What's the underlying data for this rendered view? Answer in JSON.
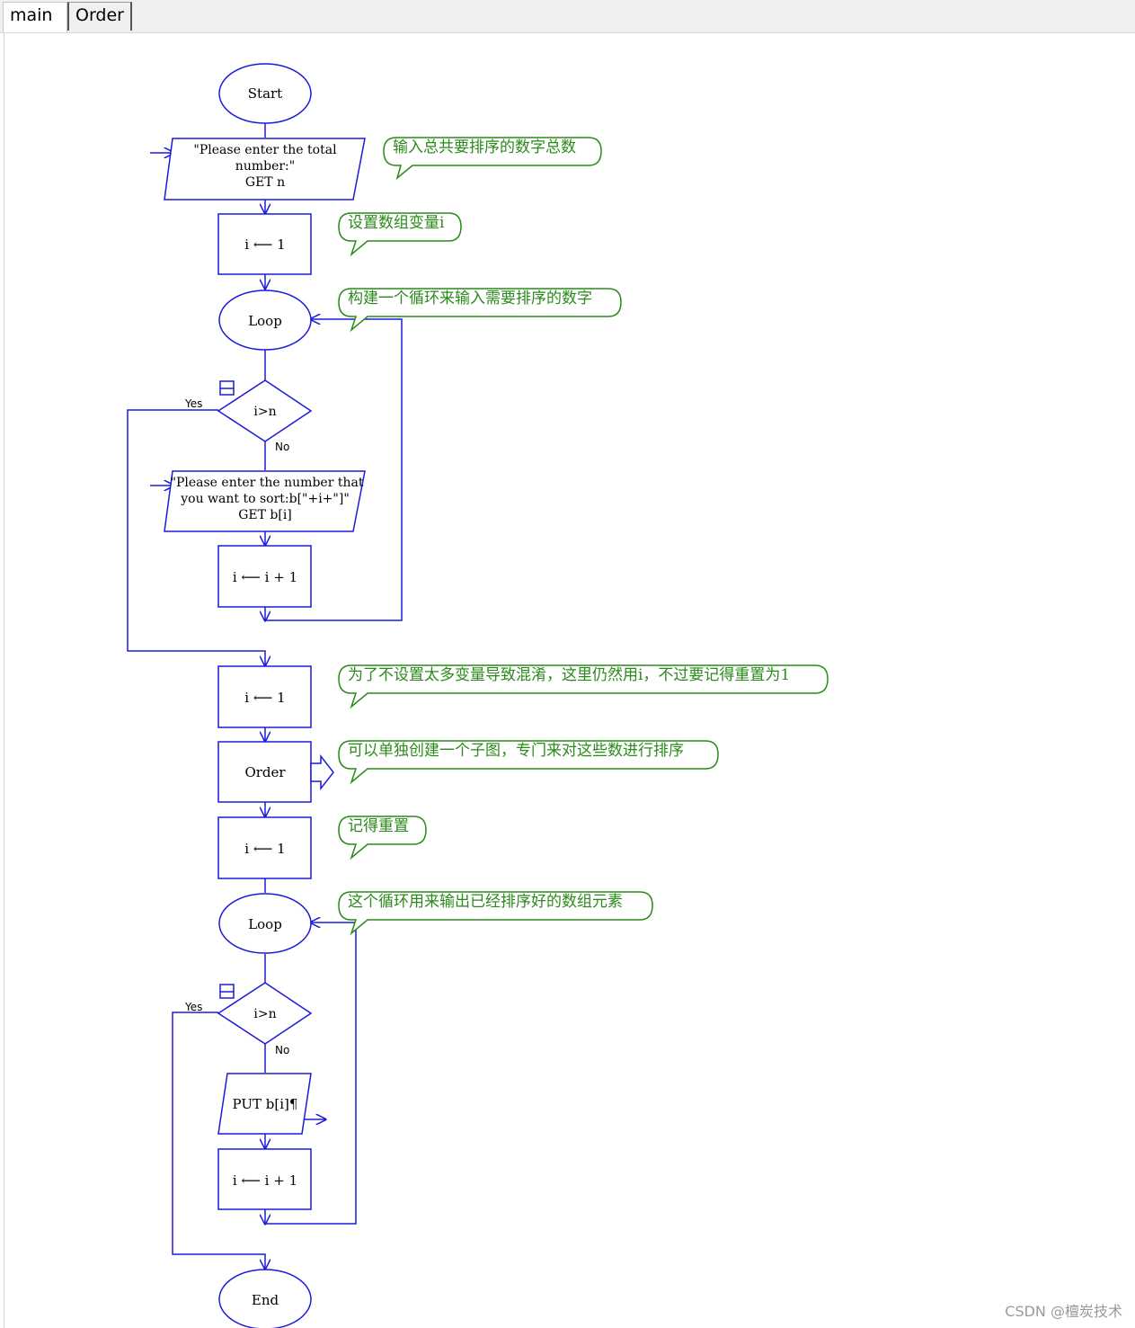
{
  "tabs": [
    {
      "label": "main",
      "active": true
    },
    {
      "label": "Order",
      "active": false
    }
  ],
  "flowchart": {
    "start": "Start",
    "input1": [
      "\"Please enter the total",
      "number:\"",
      "GET n"
    ],
    "assign1": "i ⟵ 1",
    "loop1": "Loop",
    "cond1": "i>n",
    "yes1": "Yes",
    "no1": "No",
    "input2": [
      "\"Please enter the number that",
      "you want to sort:b[\"+i+\"]\"",
      "GET b[i]"
    ],
    "incr1": "i ⟵ i + 1",
    "assign2": "i ⟵ 1",
    "call": "Order",
    "assign3": "i ⟵ 1",
    "loop2": "Loop",
    "cond2": "i>n",
    "yes2": "Yes",
    "no2": "No",
    "output": "PUT b[i]¶",
    "incr2": "i ⟵ i + 1",
    "end": "End"
  },
  "comments": [
    "输入总共要排序的数字总数",
    "设置数组变量i",
    "构建一个循环来输入需要排序的数字",
    "为了不设置太多变量导致混淆，这里仍然用i，不过要记得重置为1",
    "可以单独创建一个子图，专门来对这些数进行排序",
    "记得重置",
    "这个循环用来输出已经排序好的数组元素"
  ],
  "colors": {
    "flow": "#1a1adc",
    "comment": "#2a8a1a"
  },
  "watermark": "CSDN @檀炭技术"
}
